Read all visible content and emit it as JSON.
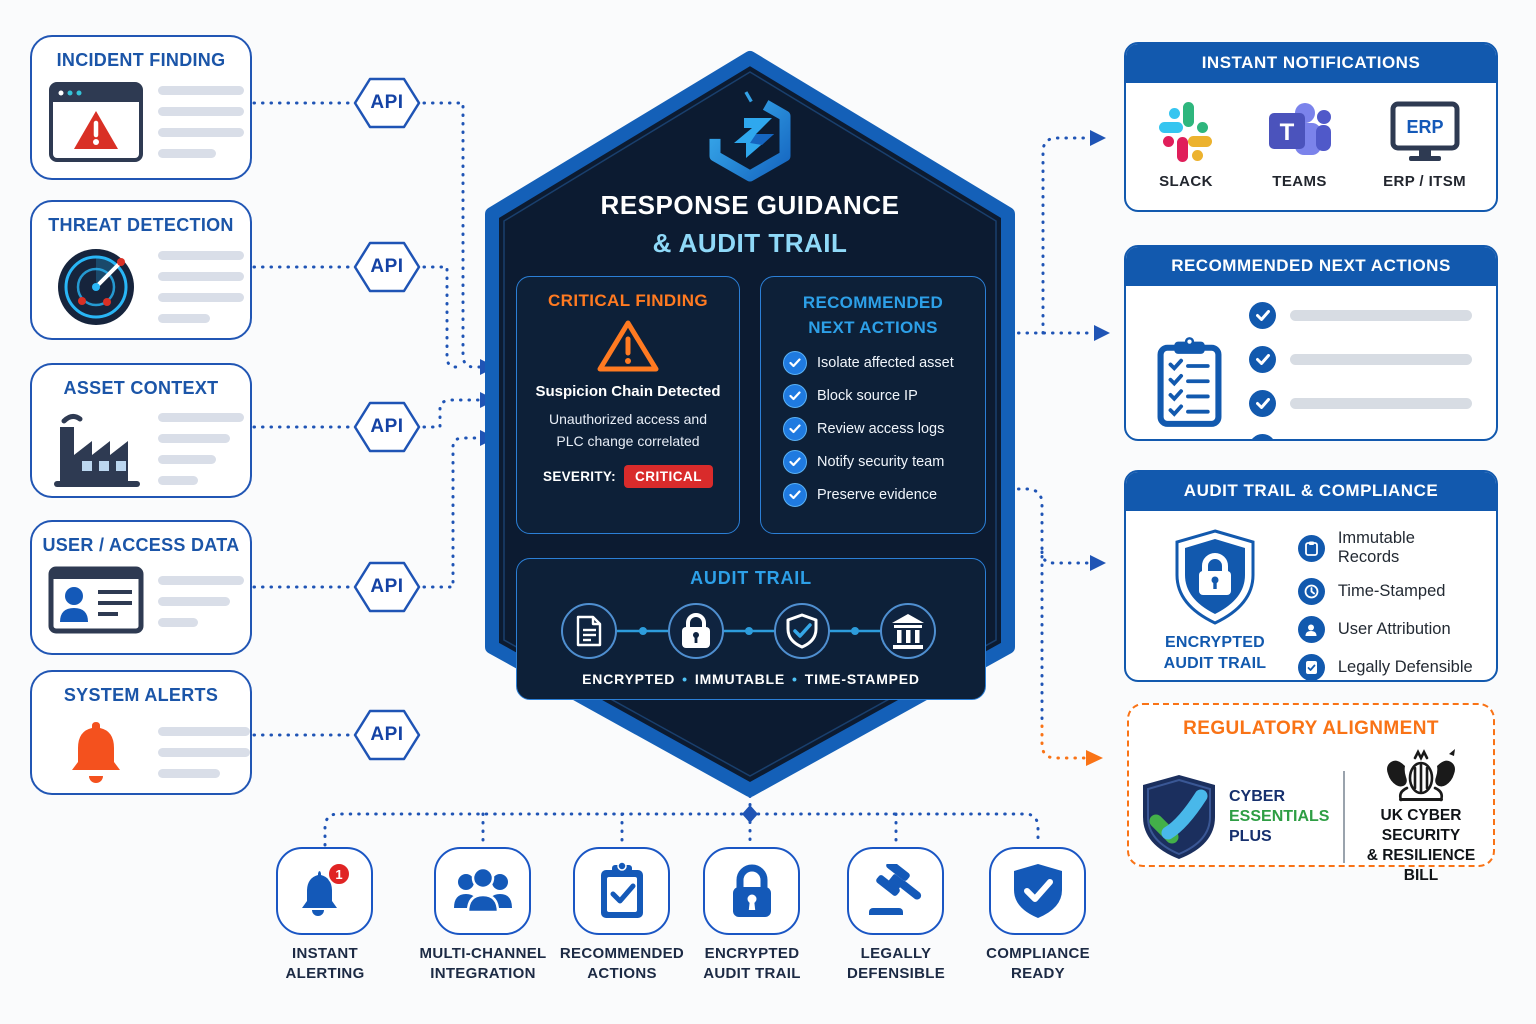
{
  "colors": {
    "accent_blue": "#1f54b5",
    "header_blue": "#1259ae",
    "hexagon_navy": "#0c1b31",
    "hexagon_border": "#1460b8",
    "warning_orange": "#ff7a21",
    "regulatory_orange": "#f97316",
    "critical_red": "#d92b2b",
    "alert_orange": "#f4511e",
    "light_blue": "#8fd9f8",
    "success_green": "#2e9e44"
  },
  "api_label": "API",
  "sources": {
    "incident": {
      "title": "INCIDENT FINDING"
    },
    "threat": {
      "title": "THREAT DETECTION"
    },
    "asset": {
      "title": "ASSET CONTEXT"
    },
    "user": {
      "title": "USER / ACCESS DATA"
    },
    "alerts": {
      "title": "SYSTEM ALERTS"
    }
  },
  "center": {
    "title_line1": "RESPONSE GUIDANCE",
    "title_line2": "& AUDIT TRAIL",
    "critical_finding": {
      "title": "CRITICAL FINDING",
      "subtitle": "Suspicion Chain Detected",
      "description": "Unauthorized access and PLC change correlated",
      "severity_label": "SEVERITY:",
      "severity_value": "CRITICAL"
    },
    "next_actions": {
      "title_line1": "RECOMMENDED",
      "title_line2": "NEXT ACTIONS",
      "items": [
        "Isolate affected asset",
        "Block source IP",
        "Review access logs",
        "Notify security team",
        "Preserve evidence"
      ]
    },
    "audit_trail": {
      "title": "AUDIT TRAIL",
      "tag1": "ENCRYPTED",
      "tag2": "IMMUTABLE",
      "tag3": "TIME-STAMPED"
    }
  },
  "outputs": {
    "notifications": {
      "title": "INSTANT NOTIFICATIONS",
      "items": [
        "SLACK",
        "TEAMS",
        "ERP / ITSM"
      ],
      "erp_icon_text": "ERP",
      "teams_icon_letter": "T"
    },
    "recommended": {
      "title": "RECOMMENDED NEXT ACTIONS"
    },
    "compliance": {
      "title": "AUDIT TRAIL & COMPLIANCE",
      "shield_line1": "ENCRYPTED",
      "shield_line2": "AUDIT TRAIL",
      "items": [
        "Immutable Records",
        "Time-Stamped",
        "User Attribution",
        "Legally Defensible"
      ]
    },
    "regulatory": {
      "title": "REGULATORY ALIGNMENT",
      "cert_line1": "CYBER",
      "cert_line2": "ESSENTIALS",
      "cert_line3": "PLUS",
      "bill_line1": "UK CYBER SECURITY",
      "bill_line2": "& RESILIENCE BILL"
    }
  },
  "features": {
    "alert_badge": "1",
    "items": [
      {
        "line1": "INSTANT",
        "line2": "ALERTING"
      },
      {
        "line1": "MULTI-CHANNEL",
        "line2": "INTEGRATION"
      },
      {
        "line1": "RECOMMENDED",
        "line2": "ACTIONS"
      },
      {
        "line1": "ENCRYPTED",
        "line2": "AUDIT TRAIL"
      },
      {
        "line1": "LEGALLY",
        "line2": "DEFENSIBLE"
      },
      {
        "line1": "COMPLIANCE",
        "line2": "READY"
      }
    ]
  }
}
